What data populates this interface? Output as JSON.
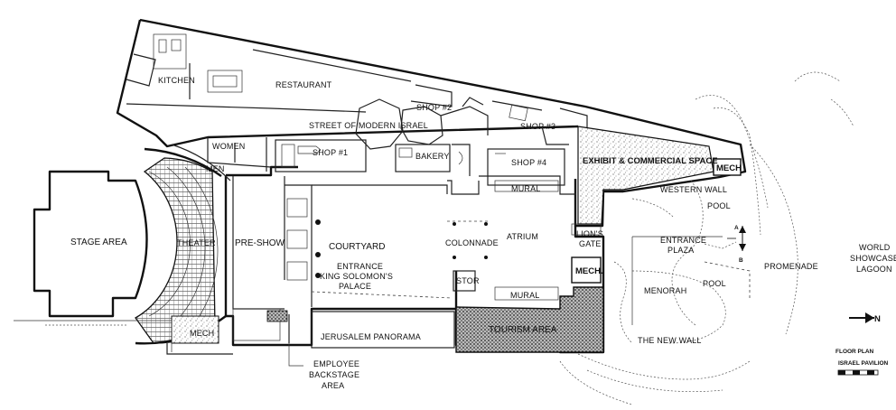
{
  "plan": {
    "rooms": {
      "kitchen": "KITCHEN",
      "restaurant": "RESTAURANT",
      "street": "STREET OF MODERN ISRAEL",
      "shop2": "SHOP #2",
      "shop3": "SHOP #3",
      "women": "WOMEN",
      "men": "MEN",
      "shop1": "SHOP #1",
      "bakery": "BAKERY",
      "shop4": "SHOP #4",
      "mural1": "MURAL",
      "exhibit": "EXHIBIT & COMMERCIAL SPACE",
      "mech_top": "MECH",
      "western_wall": "WESTERN WALL",
      "pool1": "POOL",
      "stage": "STAGE AREA",
      "theater": "THEATER",
      "preshow": "PRE-SHOW",
      "courtyard": "COURTYARD",
      "colonnade": "COLONNADE",
      "atrium": "ATRIUM",
      "lions_gate_1": "LION'S",
      "lions_gate_2": "GATE",
      "entrance_plaza_1": "ENTRANCE",
      "entrance_plaza_2": "PLAZA",
      "promenade": "PROMENADE",
      "lagoon_1": "WORLD",
      "lagoon_2": "SHOWCASE",
      "lagoon_3": "LAGOON",
      "entrance_ksp_1": "ENTRANCE",
      "entrance_ksp_2": "KING SOLOMON'S",
      "entrance_ksp_3": "PALACE",
      "stor": "STOR",
      "mech_mid": "MECH.",
      "mural2": "MURAL",
      "menorah": "MENORAH",
      "pool2": "POOL",
      "jerusalem": "JERUSALEM PANORAMA",
      "tourism": "TOURISM AREA",
      "mech_bottom": "MECH",
      "new_wall": "THE NEW WALL",
      "backstage_1": "EMPLOYEE",
      "backstage_2": "BACKSTAGE",
      "backstage_3": "AREA"
    },
    "section_marker": {
      "a": "A",
      "b": "B"
    },
    "north": "N",
    "caption": {
      "line1": "FLOOR PLAN",
      "line2": "ISRAEL PAVILION"
    }
  }
}
